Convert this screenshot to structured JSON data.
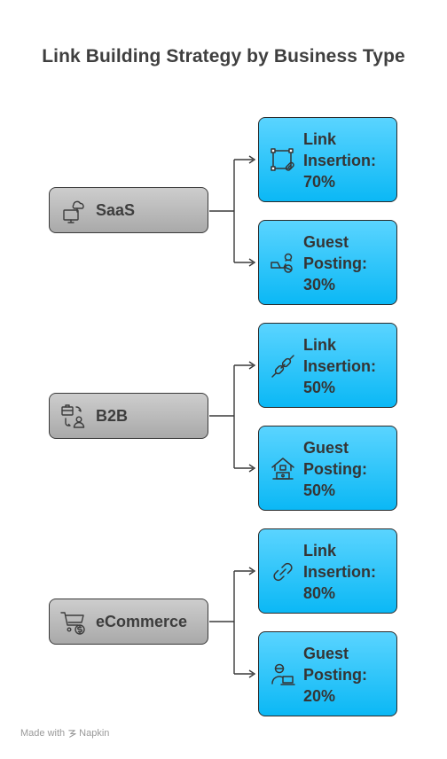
{
  "title": "Link Building Strategy by Business Type",
  "footer": {
    "made_with": "Made with",
    "brand": "Napkin",
    "brand_icon": "napkin-logo-icon"
  },
  "colors": {
    "category_fill_top": "#cdcdcd",
    "category_fill_bottom": "#a9a9a9",
    "leaf_fill_top": "#5ad4ff",
    "leaf_fill_bottom": "#0bb8f5",
    "connector": "#3a3a3a"
  },
  "categories": [
    {
      "label": "SaaS",
      "icon": "cloud-computer-icon",
      "children": [
        {
          "label": "Link Insertion: 70%",
          "icon": "crop-link-icon"
        },
        {
          "label": "Guest Posting: 30%",
          "icon": "network-people-icon"
        }
      ]
    },
    {
      "label": "B2B",
      "icon": "briefcase-exchange-icon",
      "children": [
        {
          "label": "Link Insertion: 50%",
          "icon": "chain-link-icon"
        },
        {
          "label": "Guest Posting: 50%",
          "icon": "house-laptop-icon"
        }
      ]
    },
    {
      "label": "eCommerce",
      "icon": "shopping-cart-dollar-icon",
      "children": [
        {
          "label": "Link Insertion: 80%",
          "icon": "link-icon"
        },
        {
          "label": "Guest Posting: 20%",
          "icon": "person-laptop-icon"
        }
      ]
    }
  ]
}
